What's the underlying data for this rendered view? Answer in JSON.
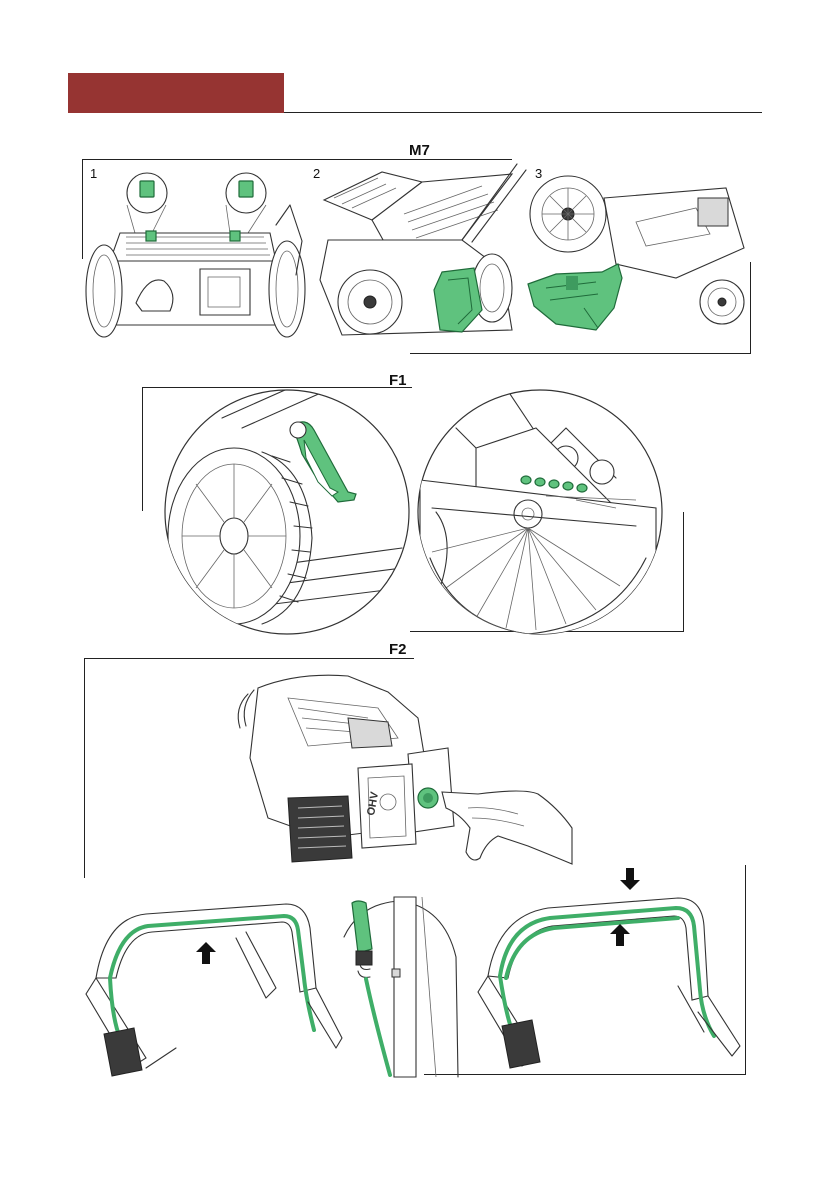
{
  "header": {
    "color": "#963432"
  },
  "sections": {
    "m7": {
      "title": "M7",
      "steps": [
        "1",
        "2",
        "3"
      ]
    },
    "f1": {
      "title": "F1"
    },
    "f2": {
      "title": "F2"
    }
  },
  "engine": {
    "label": "OHV"
  },
  "colors": {
    "highlight": "#5fc27e",
    "line": "#222222"
  }
}
